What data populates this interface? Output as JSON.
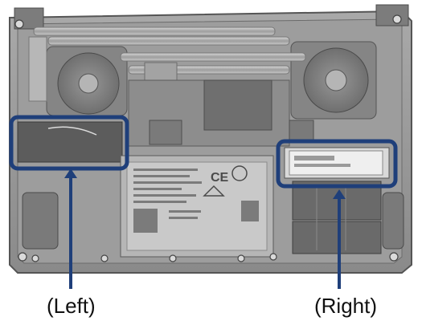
{
  "labels": {
    "left": "(Left)",
    "right": "(Right)"
  },
  "colors": {
    "highlight_box": "#1f3f7a",
    "chassis": "#8e8e8e",
    "background": "#ffffff"
  },
  "photo_text": {
    "ce_mark": "CE"
  }
}
